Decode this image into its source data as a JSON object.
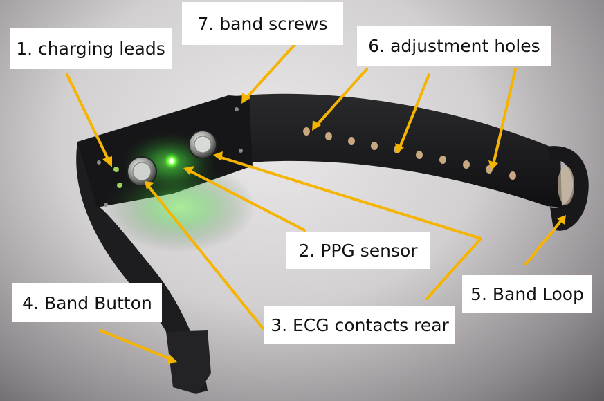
{
  "labels": {
    "charging_leads": "1. charging leads",
    "ppg_sensor": "2. PPG sensor",
    "ecg_contacts": "3. ECG contacts rear",
    "band_button": "4. Band Button",
    "band_loop": "5. Band Loop",
    "adjustment_holes": "6. adjustment holes",
    "band_screws": "7. band screws"
  },
  "colors": {
    "arrow": "#f4b400",
    "band": "#1c1c1e",
    "led_glow": "#4cff4c"
  }
}
